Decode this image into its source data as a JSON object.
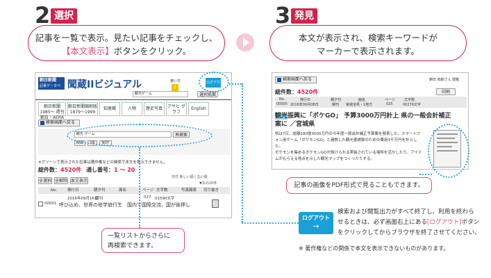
{
  "step2": {
    "number": "2",
    "tag": "選択",
    "text_line1": "記事を一覧で表示。見たい記事をチェックし、",
    "text_highlight": "【本文表示】",
    "text_line2_rest": "ボタンをクリック。"
  },
  "step3": {
    "number": "3",
    "tag": "発見",
    "text_line1": "本文が表示され、検索キーワードが",
    "text_line2": "マーカーで表示されます。"
  },
  "shot1": {
    "logo_top": "朝日新聞",
    "logo_sub": "記事データベース",
    "brand": "聞蔵IIビジュアル",
    "help": "使い方",
    "logout": "ログアウト",
    "search_value": "観光ゲーム",
    "research_btn": "選択紙面",
    "tabs": [
      "朝日新聞 1985〜 週刊朝日・AERA",
      "朝日新聞縮刷版 1879〜1999",
      "知恵蔵",
      "人物",
      "歴史写真",
      "アサヒ グラフ",
      "English"
    ],
    "back_btn": "検索画面へ戻る",
    "query": "観光 ゲーム",
    "query_btn": "再検索",
    "and": "AND",
    "or": "OR",
    "not": "NOT",
    "notice": "※グリーンで表示された記事は著作権などの関係で本文を表示できません。",
    "total_label": "総件数：",
    "total_count": "4520件",
    "range_label": "通し番号：",
    "range_value": "1 〜 20",
    "sort": "日付  新しい順  |  古い順",
    "next": "▼次の20件",
    "btn_all": "全選択",
    "btn_clear": "全解除",
    "btn_show": "本文表示",
    "headers": [
      "No.",
      "発行日",
      "朝夕刊",
      "面名",
      "ページ",
      "文字数",
      "写真図表",
      "切り抜き"
    ],
    "row_no": "00001",
    "row_date": "2016年09月16日",
    "row_edition": "朝刊",
    "row_page": "027",
    "row_chars": "01590文字",
    "row_title": "呼び込め、世界の修学旅行生　国内で国際交流、国が後押し"
  },
  "shot2": {
    "back_btn": "検索画面へ戻る",
    "user": "朝日 四郎さん 閲覧",
    "total_label": "総件数：",
    "total_count": "4520件",
    "print": "印刷",
    "headers": [
      "No.",
      "発行日",
      "朝夕刊",
      "面名",
      "ページ",
      "文字数"
    ],
    "row": [
      "00005",
      "2016年09月08日",
      "朝刊",
      "宮城全県・1地方",
      "025",
      "00276文字"
    ],
    "headline_hl": "観光",
    "headline_rest": "振興に「ポケGO」 予算3000万円計上 県の一般会計補正",
    "headline2": "案に ／宮城県",
    "body1": "県は7日、総額180億3000万円の今年度一般会計補正予算案を発表した。スマートフォン用ゲーム「ポケモンGO」と連携した観光客誘致のための費用3千万円を計上した。",
    "body2": "ポケモンを集めるポケモンGOが設けられる実装されている場所を活かしたり、アイテムがもらえる地点を示した観光マップをつくったりする。"
  },
  "note_list": {
    "line1": "一覧リストからさらに",
    "line2": "再検索できます。"
  },
  "note_pdf": "記事の画像をPDF形式で見ることもできます。",
  "logout_box": {
    "label": "ログアウト",
    "line1": "検索および閲覧出力がすべて終了し、利用を終わら",
    "line2a": "せるときは、必ず画面右上にある",
    "line2_hl": "[ログアウト]",
    "line2b": "ボタン",
    "line3": "をクリックしてからブラウザを終了させてください。"
  },
  "footnote": "※ 著作権などの関係で本文を表示できないものがあります。",
  "colors": {
    "accent": "#d6214d",
    "pink_text": "#e04a77",
    "blue": "#1aa0d6",
    "dotted": "#3aa6d8"
  }
}
